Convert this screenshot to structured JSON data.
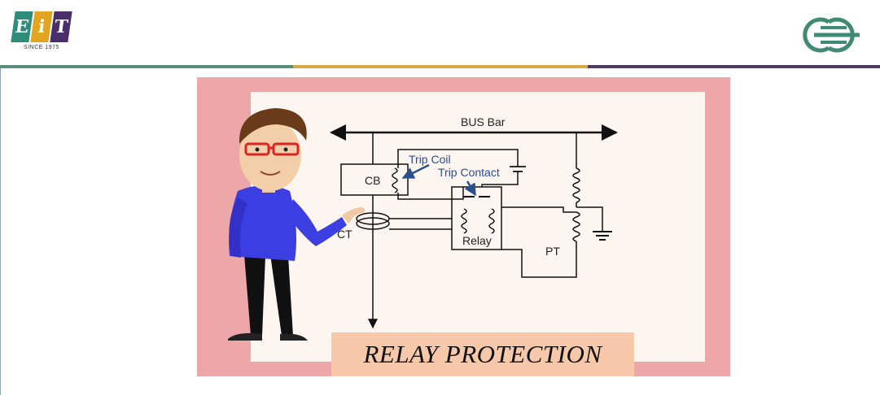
{
  "header": {
    "left_logo": {
      "letters": [
        "E",
        "i",
        "T"
      ],
      "tagline": "SINCE 1975"
    },
    "right_logo": {
      "icon": "company-logo-icon"
    }
  },
  "colors": {
    "divider_green": "#5b8e7d",
    "divider_gold": "#d9a84a",
    "divider_purple": "#4d3b63",
    "figure_frame": "#eea7a8",
    "figure_canvas": "#fdf5f0",
    "caption_bg": "#f7c8aa",
    "annotation_blue": "#2b4f8c"
  },
  "diagram": {
    "labels": {
      "bus_bar": "BUS Bar",
      "cb": "CB",
      "trip_coil": "Trip Coil",
      "trip_contact": "Trip Contact",
      "relay": "Relay",
      "ct": "CT",
      "pt": "PT"
    },
    "caption": "RELAY PROTECTION"
  }
}
